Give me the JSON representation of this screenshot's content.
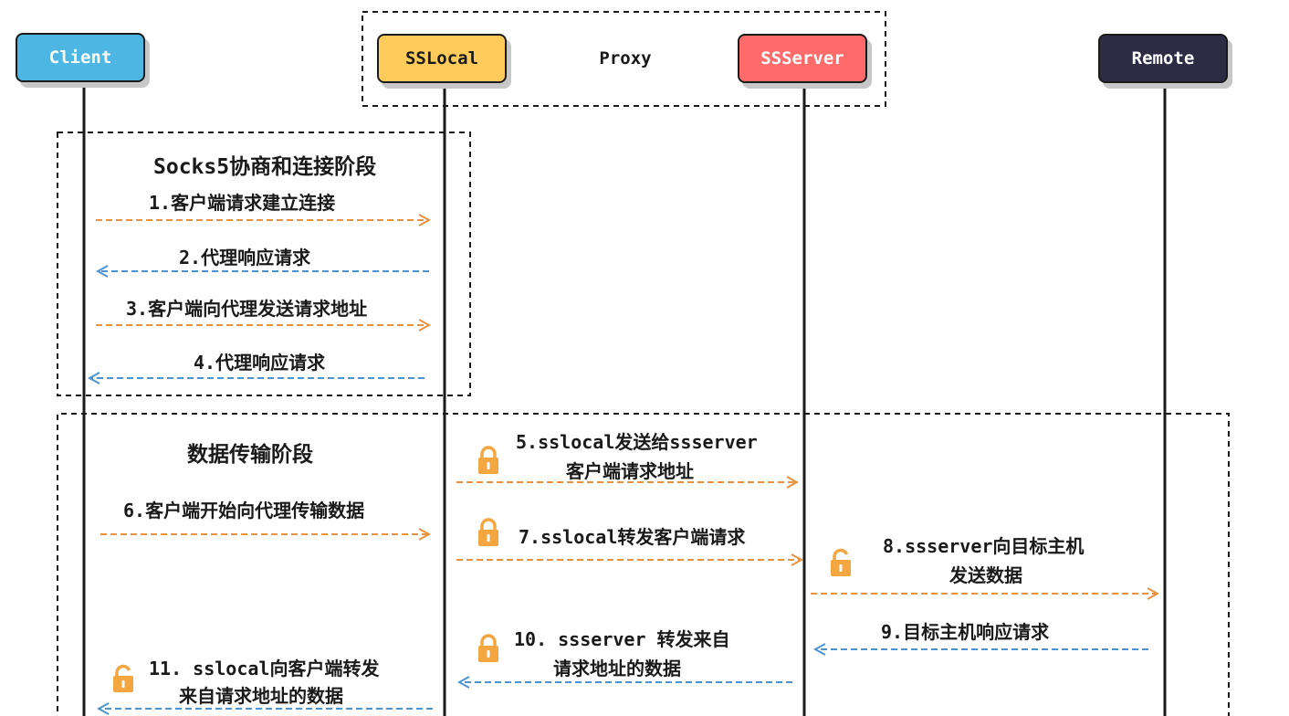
{
  "actors": {
    "client": "Client",
    "sslocal": "SSLocal",
    "ssserver": "SSServer",
    "remote": "Remote"
  },
  "proxy_label": "Proxy",
  "phases": {
    "socks5": "Socks5协商和连接阶段",
    "transfer": "数据传输阶段"
  },
  "messages": {
    "m1": "1.客户端请求建立连接",
    "m2": "2.代理响应请求",
    "m3": "3.客户端向代理发送请求地址",
    "m4": "4.代理响应请求",
    "m5a": "5.sslocal发送给ssserver",
    "m5b": "客户端请求地址",
    "m6": "6.客户端开始向代理传输数据",
    "m7": "7.sslocal转发客户端请求",
    "m8a": "8.ssserver向目标主机",
    "m8b": "发送数据",
    "m9": "9.目标主机响应请求",
    "m10a": "10. ssserver 转发来自",
    "m10b": "请求地址的数据",
    "m11a": "11. sslocal向客户端转发",
    "m11b": "来自请求地址的数据"
  },
  "colors": {
    "client": "#4db6e2",
    "sslocal": "#ffcc5c",
    "ssserver": "#ff6b6b",
    "remote": "#2e2c44",
    "request_arrow": "#e8913f",
    "response_arrow": "#4a93d0",
    "lock": "#f4a640"
  },
  "icons": {
    "lock": "padlock-icon"
  }
}
